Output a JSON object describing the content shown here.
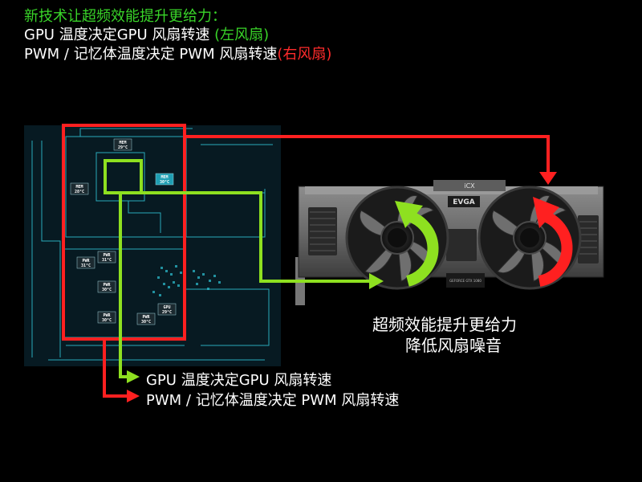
{
  "header": {
    "line1": "新技术让超频效能提升更给力：",
    "line2_prefix": "GPU 温度决定GPU 风扇转速 ",
    "line2_suffix": "(左风扇)",
    "line3_prefix": "PWM / 记忆体温度决定 PWM 风扇转速",
    "line3_suffix": "(右风扇)"
  },
  "board": {
    "mem_top": {
      "label": "MEM",
      "temp": "29°C"
    },
    "mem_left": {
      "label": "MEM",
      "temp": "28°C"
    },
    "mem_right": {
      "label": "MEM",
      "temp": "30°C"
    },
    "pwr_a": {
      "label": "PWR",
      "temp": "31°C"
    },
    "pwr_b": {
      "label": "PWR",
      "temp": "31°C"
    },
    "pwr_c": {
      "label": "PWR",
      "temp": "30°C"
    },
    "pwr_d": {
      "label": "PWR",
      "temp": "30°C"
    },
    "pwr_e": {
      "label": "PWR",
      "temp": "30°C"
    },
    "gpu": {
      "label": "GPU",
      "temp": "29°C"
    }
  },
  "card": {
    "brand": "EVGA",
    "top_label": "iCX",
    "model": "GEFORCE GTX 1080"
  },
  "caption": {
    "line1": "超频效能提升更给力",
    "line2": "降低风扇噪音"
  },
  "legend": {
    "green": "GPU 温度决定GPU 风扇转速",
    "red": "PWM / 记忆体温度决定 PWM 风扇转速"
  },
  "colors": {
    "green_accent": "#8ee020",
    "red_accent": "#ff2020",
    "board_line": "#2ec4d6"
  }
}
